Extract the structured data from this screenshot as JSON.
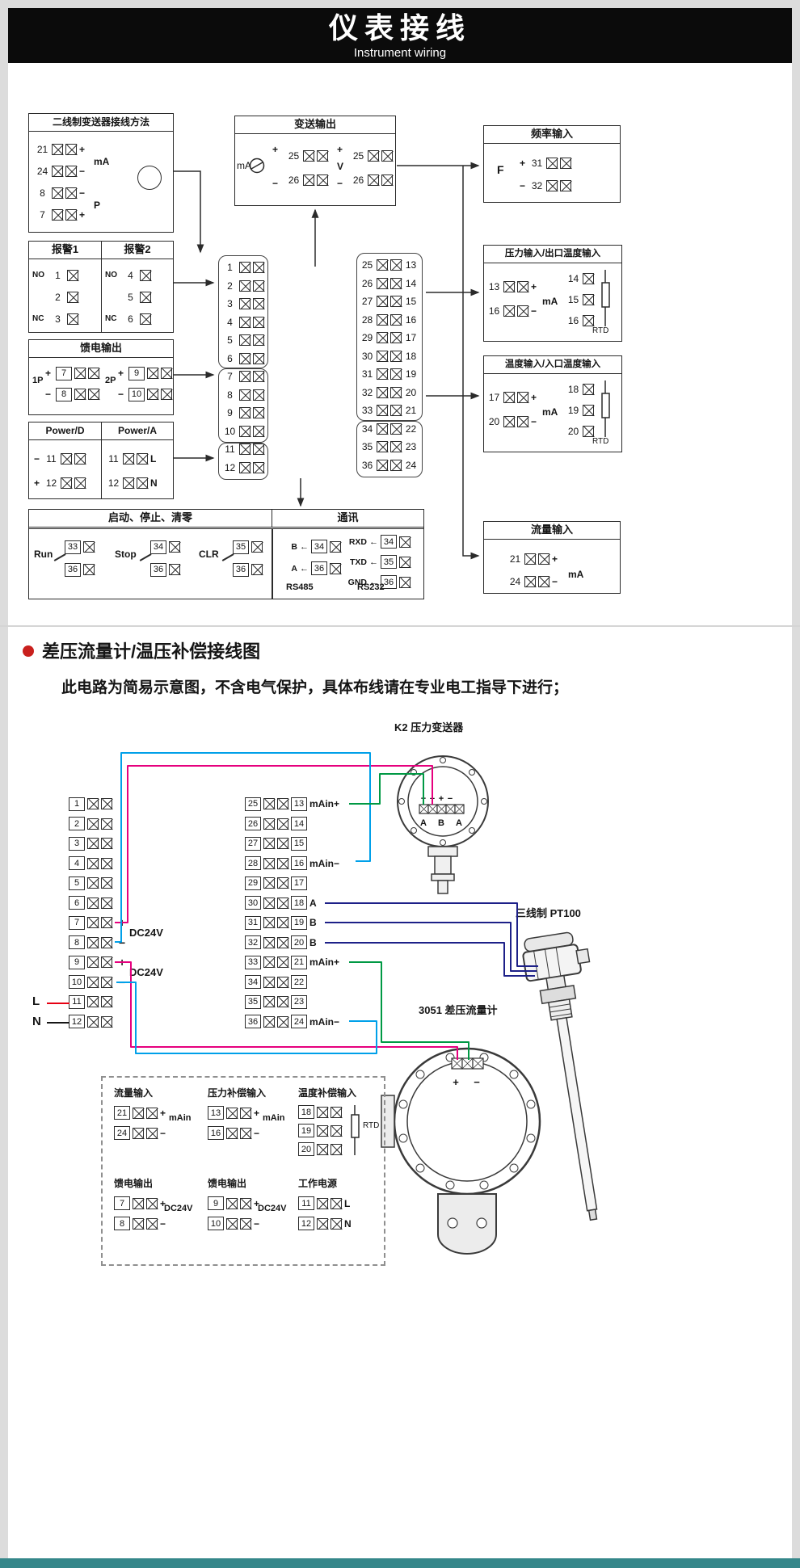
{
  "header": {
    "title": "仪表接线",
    "subtitle": "Instrument wiring"
  },
  "colors": {
    "accent_bottom_bar": "#35878a",
    "bullet": "#c9201d",
    "wire_magenta": "#e6007e",
    "wire_cyan": "#00a0e9",
    "wire_green": "#009944",
    "wire_blue": "#1d2088",
    "wire_red": "#e60012",
    "wire_black": "#151515"
  },
  "top": {
    "two_wire": {
      "title": "二线制变送器接线方法",
      "brace_ma": "mA",
      "brace_p": "P",
      "rows": [
        {
          "num": "21",
          "sign": "+"
        },
        {
          "num": "24",
          "sign": "−"
        },
        {
          "num": "8",
          "sign": "−"
        },
        {
          "num": "7",
          "sign": "+"
        }
      ]
    },
    "transmit": {
      "title": "变送输出",
      "ma": {
        "plus": "+",
        "label": "mA",
        "minus": "−",
        "rows": [
          {
            "num": "25"
          },
          {
            "num": "26"
          }
        ]
      },
      "v": {
        "plus": "+",
        "label": "V",
        "minus": "−",
        "rows": [
          {
            "num": "25"
          },
          {
            "num": "26"
          }
        ]
      }
    },
    "freq": {
      "title": "频率输入",
      "label": "F",
      "rows": [
        {
          "sign": "+",
          "num": "31"
        },
        {
          "sign": "−",
          "num": "32"
        }
      ]
    },
    "alarm": {
      "title1": "报警1",
      "title2": "报警2",
      "rows1": [
        {
          "sign": "NO",
          "num": "1"
        },
        {
          "sign": "",
          "num": "2"
        },
        {
          "sign": "NC",
          "num": "3"
        }
      ],
      "rows2": [
        {
          "sign": "NO",
          "num": "4"
        },
        {
          "sign": "",
          "num": "5"
        },
        {
          "sign": "NC",
          "num": "6"
        }
      ]
    },
    "feed": {
      "title": "馈电输出",
      "label1": "1P",
      "label2": "2P",
      "rows1": [
        {
          "sign": "+",
          "num": "7"
        },
        {
          "sign": "−",
          "num": "8"
        }
      ],
      "rows2": [
        {
          "sign": "+",
          "num": "9"
        },
        {
          "sign": "−",
          "num": "10"
        }
      ]
    },
    "power": {
      "title1": "Power/D",
      "title2": "Power/A",
      "rows1": [
        {
          "sign": "−",
          "num": "11"
        },
        {
          "sign": "+",
          "num": "12"
        }
      ],
      "rows2": [
        {
          "num": "11",
          "sign": "L"
        },
        {
          "num": "12",
          "sign": "N"
        }
      ]
    },
    "strip_left": {
      "rows": [
        {
          "num": "1"
        },
        {
          "num": "2"
        },
        {
          "num": "3"
        },
        {
          "num": "4"
        },
        {
          "num": "5"
        },
        {
          "num": "6"
        },
        {
          "num": "7"
        },
        {
          "num": "8"
        },
        {
          "num": "9"
        },
        {
          "num": "10"
        },
        {
          "num": "11"
        },
        {
          "num": "12"
        }
      ]
    },
    "strip_right": {
      "rows": [
        {
          "num": "25",
          "num2": "13"
        },
        {
          "num": "26",
          "num2": "14"
        },
        {
          "num": "27",
          "num2": "15"
        },
        {
          "num": "28",
          "num2": "16"
        },
        {
          "num": "29",
          "num2": "17"
        },
        {
          "num": "30",
          "num2": "18"
        },
        {
          "num": "31",
          "num2": "19"
        },
        {
          "num": "32",
          "num2": "20"
        },
        {
          "num": "33",
          "num2": "21"
        },
        {
          "num": "34",
          "num2": "22"
        },
        {
          "num": "35",
          "num2": "23"
        },
        {
          "num": "36",
          "num2": "24"
        }
      ]
    },
    "pressure": {
      "title": "压力输入/出口温度输入",
      "brace": "mA",
      "rtd": "RTD",
      "rows_ma": [
        {
          "num": "13",
          "sign": "+"
        },
        {
          "num": "16",
          "sign": "−"
        }
      ],
      "rows_rtd": [
        {
          "num": "14"
        },
        {
          "num": "15"
        },
        {
          "num": "16"
        }
      ]
    },
    "temp": {
      "title": "温度输入/入口温度输入",
      "brace": "mA",
      "rtd": "RTD",
      "rows_ma": [
        {
          "num": "17",
          "sign": "+"
        },
        {
          "num": "20",
          "sign": "−"
        }
      ],
      "rows_rtd": [
        {
          "num": "18"
        },
        {
          "num": "19"
        },
        {
          "num": "20"
        }
      ]
    },
    "runstop": {
      "title": "启动、停止、清零",
      "g1": {
        "label": "Run",
        "rows": [
          {
            "num": "33"
          },
          {
            "num": "36"
          }
        ]
      },
      "g2": {
        "label": "Stop",
        "rows": [
          {
            "num": "34"
          },
          {
            "num": "36"
          }
        ]
      },
      "g3": {
        "label": "CLR",
        "rows": [
          {
            "num": "35"
          },
          {
            "num": "36"
          }
        ]
      }
    },
    "comm": {
      "title": "通讯",
      "rs485": {
        "label": "RS485",
        "rows": [
          {
            "sign": "B",
            "num": "34"
          },
          {
            "sign": "A",
            "num": "36"
          }
        ]
      },
      "rs232": {
        "label": "RS232",
        "rows": [
          {
            "sign": "RXD",
            "num": "34"
          },
          {
            "sign": "TXD",
            "num": "35"
          },
          {
            "sign": "GND",
            "num": "36"
          }
        ]
      }
    },
    "flow": {
      "title": "流量输入",
      "brace": "mA",
      "rows": [
        {
          "num": "21",
          "sign": "+"
        },
        {
          "num": "24",
          "sign": "−"
        }
      ]
    }
  },
  "bottom": {
    "heading": "差压流量计/温压补偿接线图",
    "warning": "此电路为简易示意图，不含电气保护，具体布线请在专业电工指导下进行；",
    "strip_left": {
      "rows": [
        {
          "num": "1"
        },
        {
          "num": "2"
        },
        {
          "num": "3"
        },
        {
          "num": "4"
        },
        {
          "num": "5"
        },
        {
          "num": "6"
        },
        {
          "num": "7"
        },
        {
          "num": "8"
        },
        {
          "num": "9"
        },
        {
          "num": "10"
        },
        {
          "num": "11"
        },
        {
          "num": "12"
        }
      ]
    },
    "strip_mid": {
      "rows": [
        {
          "num": "25",
          "num2": "13",
          "sign": "mAin+"
        },
        {
          "num": "26",
          "num2": "14",
          "sign": ""
        },
        {
          "num": "27",
          "num2": "15",
          "sign": ""
        },
        {
          "num": "28",
          "num2": "16",
          "sign": "mAin−"
        },
        {
          "num": "29",
          "num2": "17",
          "sign": ""
        },
        {
          "num": "30",
          "num2": "18",
          "sign": "A"
        },
        {
          "num": "31",
          "num2": "19",
          "sign": "B"
        },
        {
          "num": "32",
          "num2": "20",
          "sign": "B"
        },
        {
          "num": "33",
          "num2": "21",
          "sign": "mAin+"
        },
        {
          "num": "34",
          "num2": "22",
          "sign": ""
        },
        {
          "num": "35",
          "num2": "23",
          "sign": ""
        },
        {
          "num": "36",
          "num2": "24",
          "sign": "mAin−"
        }
      ]
    },
    "labels": {
      "plus1": "+",
      "dc24v1": "DC24V",
      "minus1": "−",
      "plus2": "+",
      "dc24v2": "DC24V",
      "minus2": "−",
      "l": "L",
      "n": "N"
    },
    "devices": {
      "k2": {
        "label": "K2  压力变送器",
        "terms": [
          "+",
          "−",
          "+",
          "−"
        ],
        "sub": [
          "A",
          "B",
          "A"
        ]
      },
      "pt100": {
        "label": "三线制  PT100"
      },
      "m3051": {
        "label": "3051 差压流量计",
        "plus": "+",
        "minus": "−"
      }
    },
    "legend": {
      "flow_in": {
        "title": "流量输入",
        "brace": "mAin",
        "rows": [
          {
            "num": "21",
            "sign": "+"
          },
          {
            "num": "24",
            "sign": "−"
          }
        ]
      },
      "press_comp": {
        "title": "压力补偿输入",
        "brace": "mAin",
        "rows": [
          {
            "num": "13",
            "sign": "+"
          },
          {
            "num": "16",
            "sign": "−"
          }
        ]
      },
      "temp_comp": {
        "title": "温度补偿输入",
        "rtd": "RTD",
        "rows": [
          {
            "num": "18"
          },
          {
            "num": "19"
          },
          {
            "num": "20"
          }
        ]
      },
      "feed1": {
        "title": "馈电输出",
        "brace": "DC24V",
        "rows": [
          {
            "num": "7",
            "sign": "+"
          },
          {
            "num": "8",
            "sign": "−"
          }
        ]
      },
      "feed2": {
        "title": "馈电输出",
        "brace": "DC24V",
        "rows": [
          {
            "num": "9",
            "sign": "+"
          },
          {
            "num": "10",
            "sign": "−"
          }
        ]
      },
      "power": {
        "title": "工作电源",
        "rows": [
          {
            "num": "11",
            "sign": "L"
          },
          {
            "num": "12",
            "sign": "N"
          }
        ]
      }
    }
  }
}
